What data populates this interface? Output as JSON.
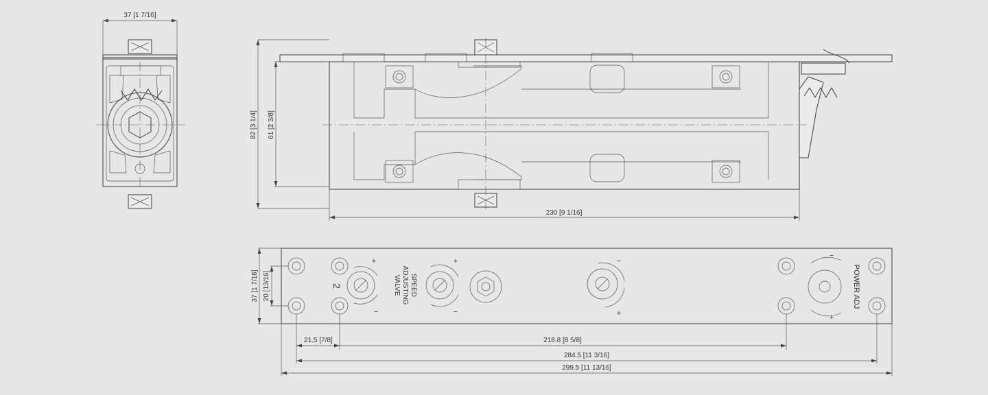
{
  "dimensions": {
    "side_width": "37 [1 7/16]",
    "height_total": "82 [3 1/4]",
    "height_body": "61 [2 3/8]",
    "body_length": "230 [9 1/16]",
    "plate_width": "37 [1 7/16]",
    "hole_spacing_vertical": "20 [13/16]",
    "hole_offset": "21.5 [7/8]",
    "hole_span_inner": "218.8 [8 5/8]",
    "hole_span_outer": "284.5 [11 3/16]",
    "plate_length": "299.5 [11 13/16]"
  },
  "labels": {
    "speed_line1": "SPEED",
    "speed_line2": "ADJUSTING",
    "speed_line3": "VALVE",
    "valve_number": "2",
    "power_adj": "POWER ADJ",
    "plus": "+",
    "minus": "−"
  },
  "colors": {
    "background": "#e7e7e7",
    "line": "#3c3c3c"
  }
}
